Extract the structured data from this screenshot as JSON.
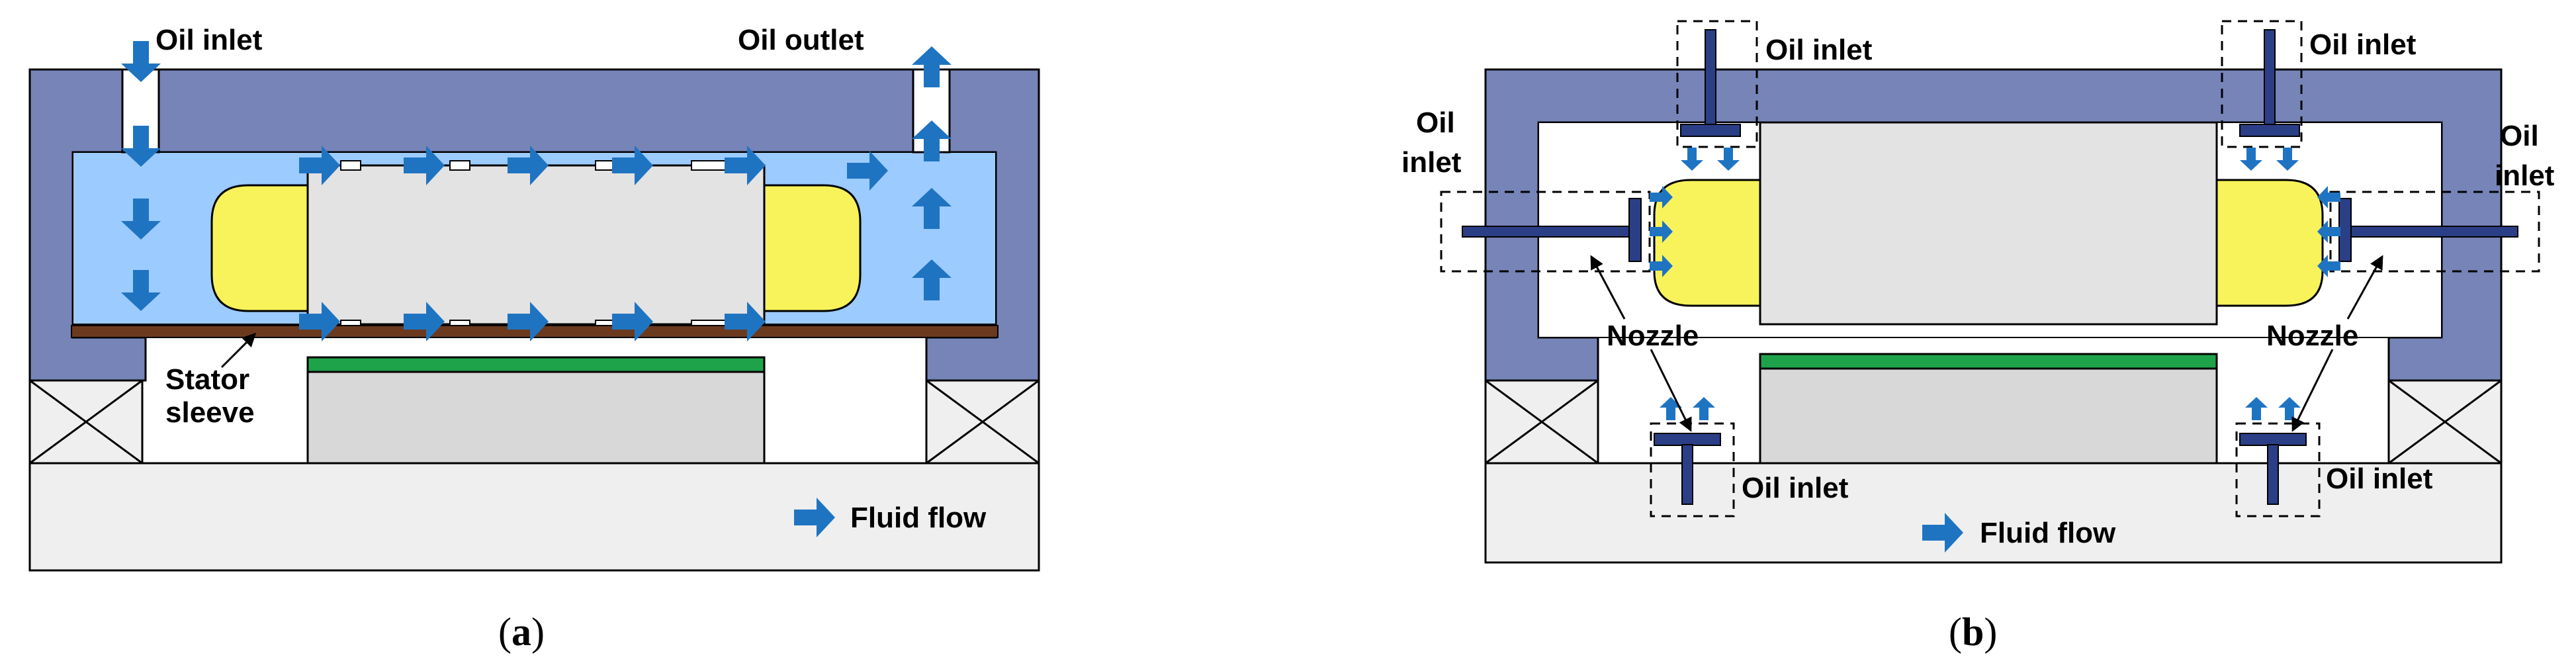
{
  "panel_a": {
    "oil_inlet": "Oil inlet",
    "oil_outlet": "Oil outlet",
    "stator_sleeve_1": "Stator",
    "stator_sleeve_2": "sleeve",
    "legend": "Fluid flow",
    "caption_open": "(",
    "caption_letter": "a",
    "caption_close": ")"
  },
  "panel_b": {
    "oil_inlet_top_left": "Oil inlet",
    "oil_inlet_top_right": "Oil inlet",
    "oil_inlet_left_1": "Oil",
    "oil_inlet_left_2": "inlet",
    "oil_inlet_right_1": "Oil",
    "oil_inlet_right_2": "inlet",
    "nozzle_left": "Nozzle",
    "nozzle_right": "Nozzle",
    "oil_inlet_bottom_left": "Oil inlet",
    "oil_inlet_bottom_right": "Oil inlet",
    "legend": "Fluid flow",
    "caption_open": "(",
    "caption_letter": "b",
    "caption_close": ")"
  },
  "colors": {
    "housing": "#7684b8",
    "housing_edge": "#2f3a6b",
    "oil_fill": "#9ccbff",
    "coil": "#f8f35a",
    "core": "#e3e3e3",
    "base": "#efefef",
    "rotor": "#d8d8d8",
    "magnet": "#1fa34a",
    "sleeve": "#6b3a1e",
    "arrow": "#1f74c2",
    "nozzle": "#2b3f86"
  }
}
